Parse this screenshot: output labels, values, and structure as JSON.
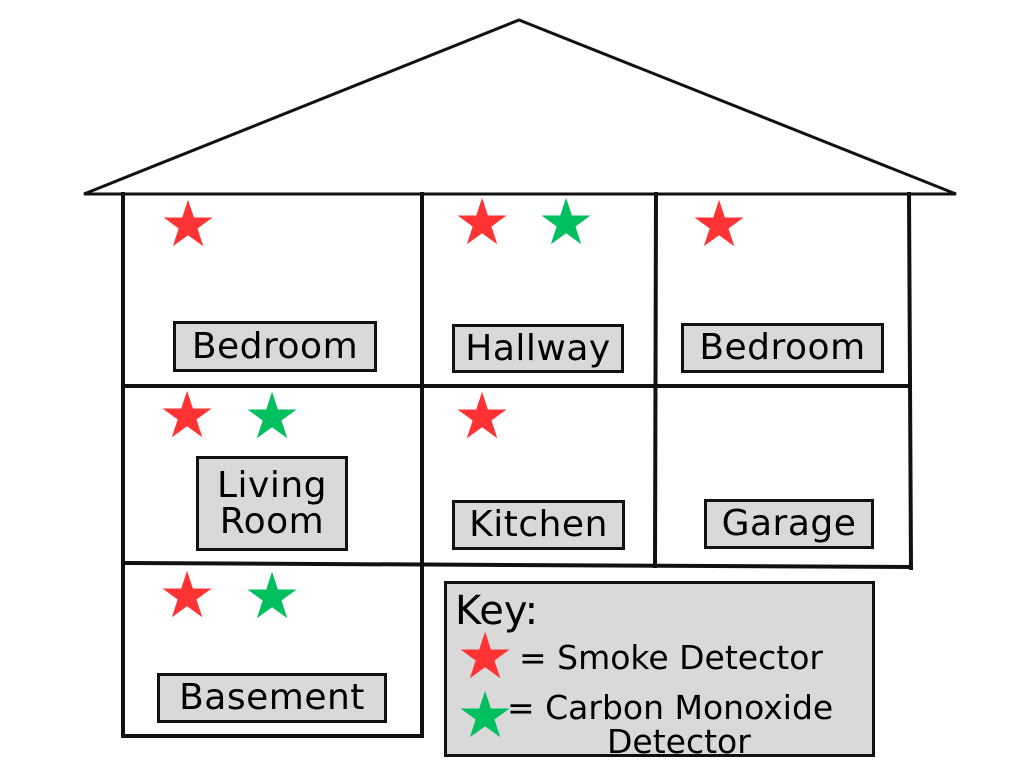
{
  "diagram": {
    "type": "house-floor-plan",
    "colors": {
      "wall": "#111111",
      "label_bg": "#d9d9d9",
      "smoke_star": "#ff3333",
      "co_star": "#00bf5f"
    },
    "rooms": [
      {
        "name": "Bedroom",
        "detectors": [
          "smoke"
        ]
      },
      {
        "name": "Hallway",
        "detectors": [
          "smoke",
          "carbon-monoxide"
        ]
      },
      {
        "name": "Bedroom",
        "detectors": [
          "smoke"
        ]
      },
      {
        "name": "Living\nRoom",
        "detectors": [
          "smoke",
          "carbon-monoxide"
        ]
      },
      {
        "name": "Kitchen",
        "detectors": [
          "smoke"
        ]
      },
      {
        "name": "Garage",
        "detectors": []
      },
      {
        "name": "Basement",
        "detectors": [
          "smoke",
          "carbon-monoxide"
        ]
      }
    ],
    "key": {
      "title": "Key:",
      "smoke_label": "= Smoke Detector",
      "co_label_line1": "= Carbon Monoxide",
      "co_label_line2": "Detector"
    },
    "star_glyph": "★"
  }
}
